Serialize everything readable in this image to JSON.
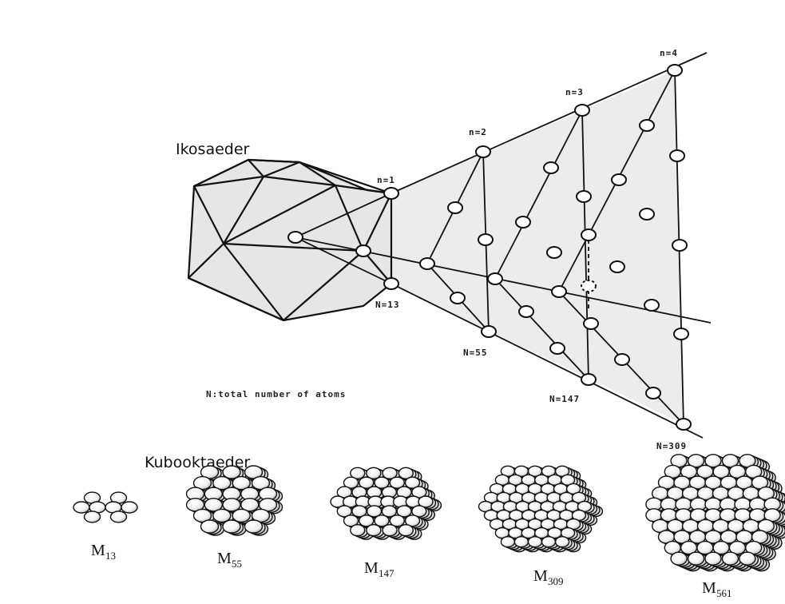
{
  "icosahedron_title": "Ikosaeder",
  "cuboctahedron_title": "Kubooktaeder",
  "shell_labels": [
    "n=1",
    "n=2",
    "n=3",
    "n=4"
  ],
  "total_labels": [
    "N=13",
    "N=55",
    "N=147",
    "N=309"
  ],
  "note": "N:total number of atoms",
  "clusters": [
    {
      "main": "M",
      "sub": "13"
    },
    {
      "main": "M",
      "sub": "55"
    },
    {
      "main": "M",
      "sub": "147"
    },
    {
      "main": "M",
      "sub": "309"
    },
    {
      "main": "M",
      "sub": "561"
    }
  ],
  "colors": {
    "fill": "#ebebeb",
    "line": "#111111"
  }
}
